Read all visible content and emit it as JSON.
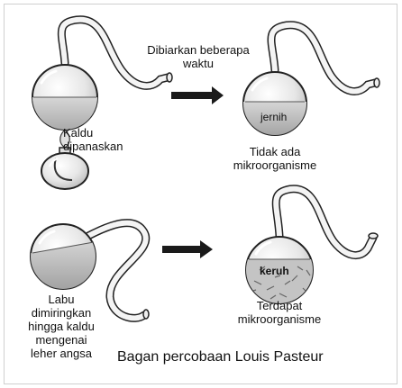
{
  "panel_top_left": {
    "label_line1": "Kaldu",
    "label_line2": "dipanaskan"
  },
  "arrow_top": {
    "label_line1": "Dibiarkan beberapa",
    "label_line2": "waktu"
  },
  "panel_top_right": {
    "inner_label": "jernih",
    "caption_line1": "Tidak ada",
    "caption_line2": "mikroorganisme"
  },
  "panel_bottom_left": {
    "label_lines": [
      "Labu",
      "dimiringkan",
      "hingga kaldu",
      "mengenai",
      "leher angsa"
    ]
  },
  "panel_bottom_right": {
    "inner_label": "keruh",
    "caption_line1": "Terdapat",
    "caption_line2": "mikroorganisme"
  },
  "footer": {
    "title": "Bagan percobaan Louis Pasteur"
  },
  "colors": {
    "liquid": "#b9b9b9",
    "glass_outline": "#222222",
    "arrow": "#1a1a1a"
  }
}
